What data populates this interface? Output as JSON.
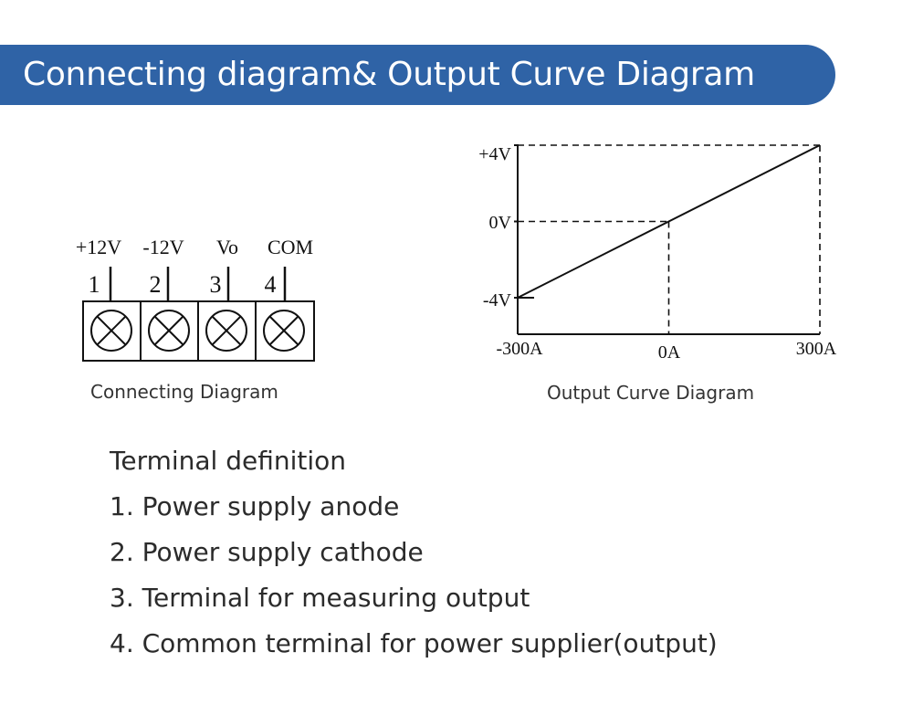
{
  "header": {
    "title": "Connecting diagram& Output Curve Diagram"
  },
  "connecting_diagram": {
    "terminals": [
      {
        "number": "1",
        "label": "+12V"
      },
      {
        "number": "2",
        "label": "-12V"
      },
      {
        "number": "3",
        "label": "Vo"
      },
      {
        "number": "4",
        "label": "COM"
      }
    ],
    "caption": "Connecting Diagram"
  },
  "chart_data": {
    "type": "line",
    "x": [
      -300,
      300
    ],
    "series": [
      {
        "values": [
          -4,
          4
        ]
      }
    ],
    "x_tick_labels": [
      "-300A",
      "0A",
      "300A"
    ],
    "y_tick_labels": [
      "+4V",
      "0V",
      "-4V"
    ],
    "xlim": [
      -300,
      300
    ],
    "ylim": [
      -4,
      4
    ],
    "grid": false,
    "caption": "Output Curve Diagram"
  },
  "terminal_definition": {
    "heading": "Terminal definition",
    "items": [
      "1. Power supply anode",
      "2. Power supply cathode",
      "3. Terminal for measuring output",
      "4. Common terminal for power supplier(output)"
    ]
  },
  "colors": {
    "banner": "#2f63a6",
    "banner_text": "#ffffff"
  }
}
